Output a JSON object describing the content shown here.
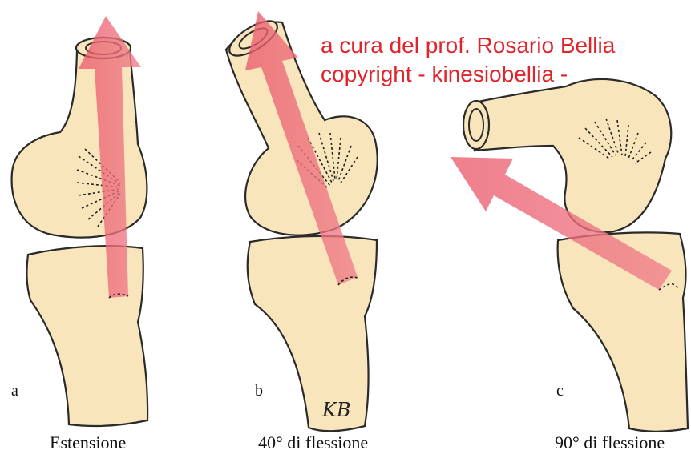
{
  "credit": {
    "line1": "a cura del prof. Rosario Bellia",
    "line2": "copyright - kinesiobellia -",
    "color": "#e0242b"
  },
  "panels": [
    {
      "letter": "a",
      "caption": "Estensione"
    },
    {
      "letter": "b",
      "caption": "40° di flessione"
    },
    {
      "letter": "c",
      "caption": "90° di flessione"
    }
  ],
  "signature": "KB",
  "colors": {
    "bone": "#f8e5bb",
    "bone_stroke": "#2a2a2a",
    "arrow": "#ef6b78"
  }
}
